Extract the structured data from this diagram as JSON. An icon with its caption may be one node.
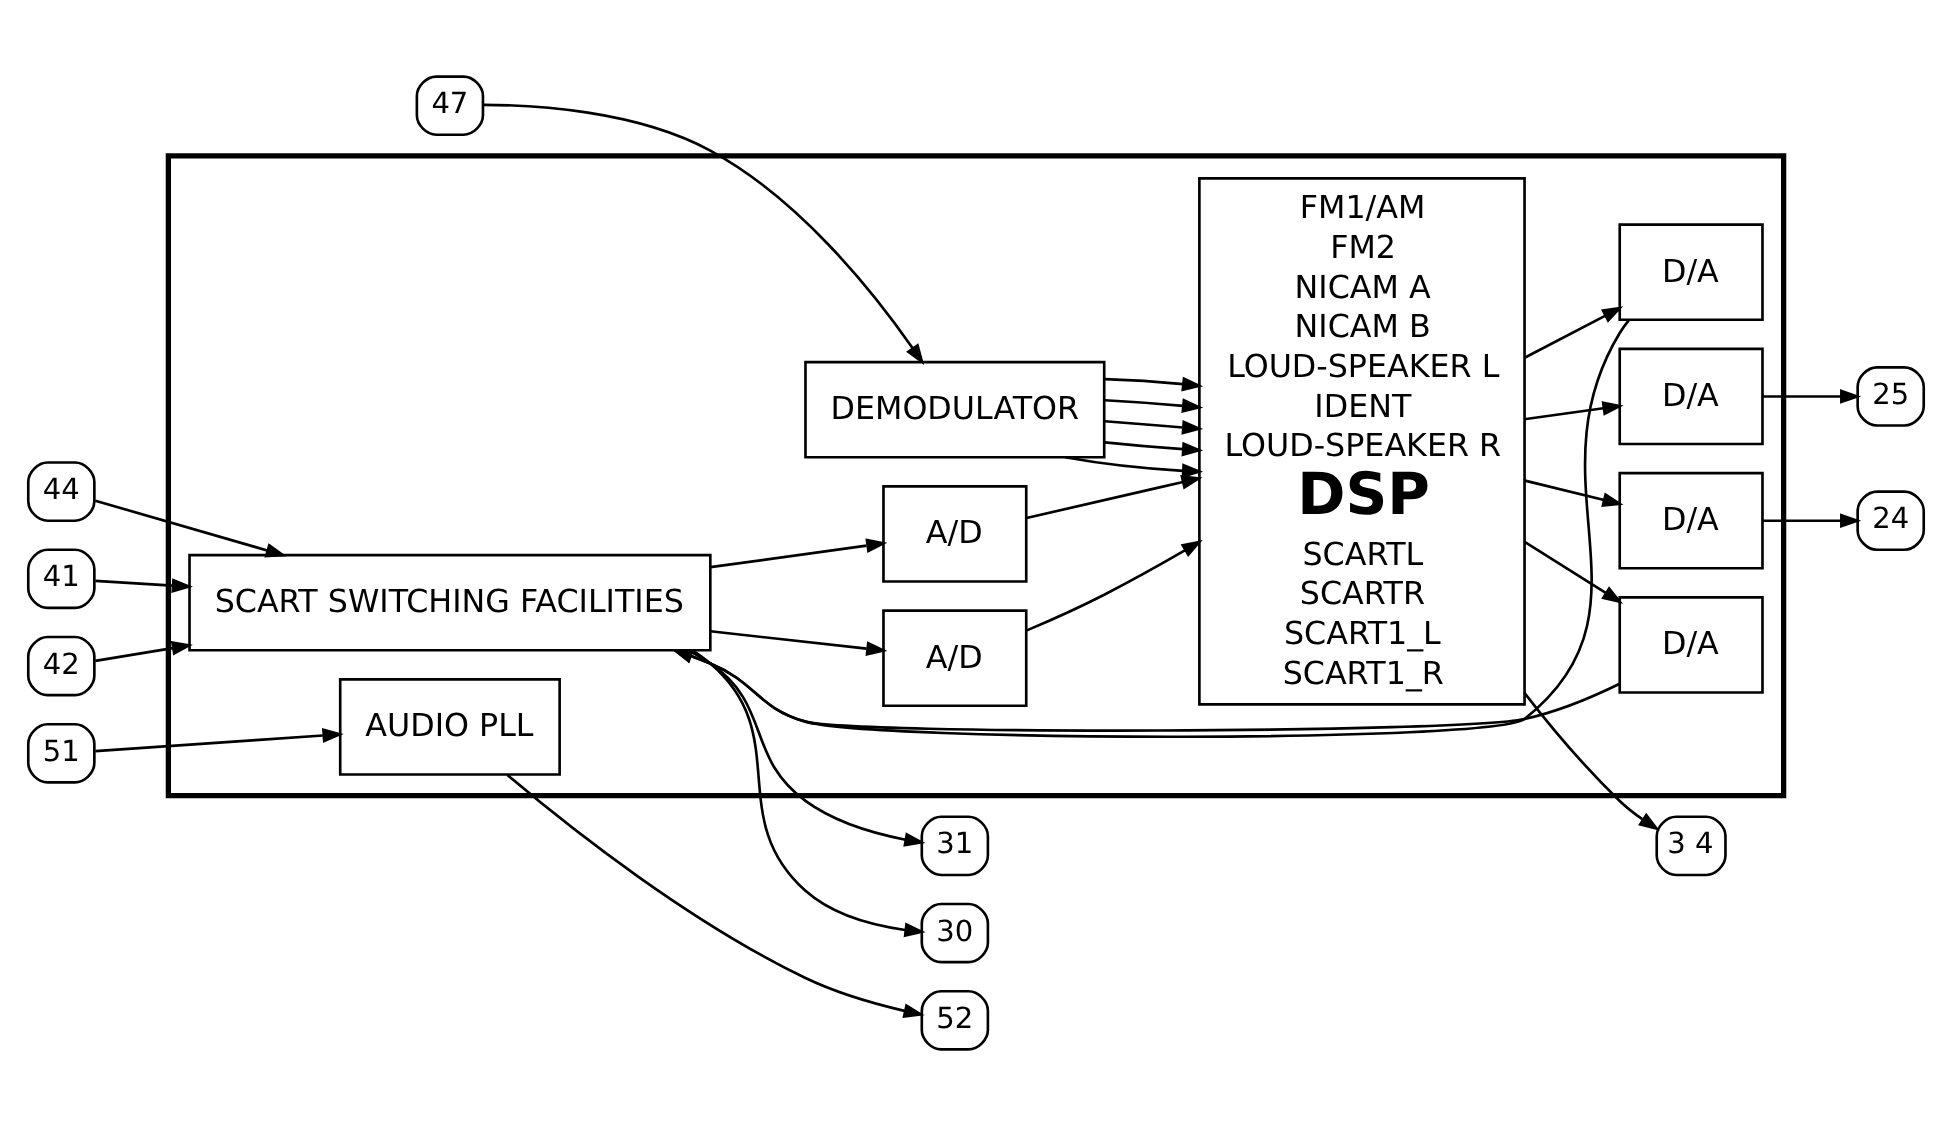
{
  "diagram": {
    "nodes": [
      {
        "text": [],
        "shape": "box"
      },
      {
        "text": [
          "47"
        ]
      },
      {
        "text": [
          "44"
        ]
      },
      {
        "text": [
          "41"
        ]
      },
      {
        "text": [
          "42"
        ]
      },
      {
        "text": [
          "51"
        ]
      },
      {
        "text": [
          "52"
        ]
      },
      {
        "text": [
          "3 4"
        ]
      },
      {
        "text": [
          "25"
        ]
      },
      {
        "text": [
          "24"
        ]
      },
      {
        "text": [
          "31"
        ]
      },
      {
        "text": [
          "30"
        ]
      },
      {
        "text": [
          "DEMODULATOR"
        ],
        "in": 0
      },
      {
        "text": [
          "FM1/AM",
          "FM2",
          "NICAM A",
          "NICAM B",
          "LOUD-SPEAKER L",
          "IDENT",
          "LOUD-SPEAKER R",
          "DSP",
          "SCARTL",
          "SCARTR",
          "SCART1_L",
          "SCART1_R"
        ],
        "in": 0
      },
      {
        "text": [
          "AUDIO PLL"
        ],
        "in": 0
      },
      {
        "text": [
          "D/A"
        ],
        "in": 0
      },
      {
        "text": [
          "D/A"
        ],
        "in": 0
      },
      {
        "text": [
          "A/D"
        ],
        "in": 0
      },
      {
        "text": [
          "A/D"
        ],
        "in": 0
      },
      {
        "text": [
          "D/A"
        ],
        "in": 0
      },
      {
        "text": [
          "D/A"
        ],
        "in": 0
      },
      {
        "text": [
          "SCART SWITCHING FACILITIES"
        ],
        "in": 0
      }
    ],
    "edges": [
      {
        "from": 1,
        "to": 12,
        "arrow": "to"
      },
      {
        "from": 12,
        "to": 13,
        "arrow": "to"
      },
      {
        "from": 12,
        "to": 13,
        "arrow": "to"
      },
      {
        "from": 12,
        "to": 13,
        "arrow": "to"
      },
      {
        "from": 12,
        "to": 13,
        "arrow": "to"
      },
      {
        "from": 12,
        "to": 13,
        "arrow": "to"
      },
      {
        "from": 5,
        "to": 14,
        "arrow": "to"
      },
      {
        "from": 14,
        "to": 6,
        "arrow": "to"
      },
      {
        "from": 13,
        "to": 7,
        "arrow": "to"
      },
      {
        "from": 13,
        "to": 15,
        "arrow": "to"
      },
      {
        "from": 13,
        "to": 16,
        "arrow": "to"
      },
      {
        "from": 15,
        "to": 8,
        "arrow": "to"
      },
      {
        "from": 16,
        "to": 9,
        "arrow": "to"
      },
      {
        "from": 2,
        "to": 21,
        "arrow": "to"
      },
      {
        "from": 3,
        "to": 21,
        "arrow": "to"
      },
      {
        "from": 4,
        "to": 21,
        "arrow": "to"
      },
      {
        "from": 21,
        "to": 17,
        "arrow": "to"
      },
      {
        "from": 21,
        "to": 18,
        "arrow": "to"
      },
      {
        "from": 17,
        "to": 13,
        "arrow": "to"
      },
      {
        "from": 18,
        "to": 13,
        "arrow": "to"
      },
      {
        "from": 13,
        "to": 19,
        "arrow": "to"
      },
      {
        "from": 13,
        "to": 20,
        "arrow": "to"
      },
      {
        "from": 19,
        "to": 21,
        "arrow": "to"
      },
      {
        "from": 20,
        "to": 21,
        "arrow": "to"
      },
      {
        "from": 21,
        "to": 10,
        "arrow": "to"
      },
      {
        "from": 21,
        "to": 11,
        "arrow": "to"
      }
    ]
  }
}
